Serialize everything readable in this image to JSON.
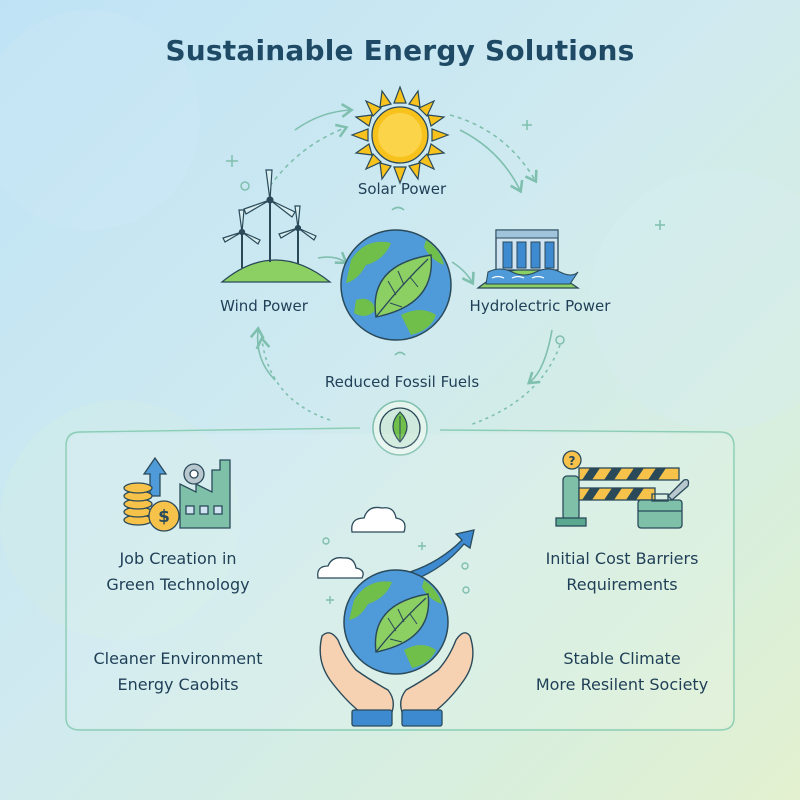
{
  "title": "Sustainable Energy Solutions",
  "cycle": {
    "solar": "Solar Power",
    "wind": "Wind Power",
    "hydro": "Hydrolectric Power",
    "fossil": "Reduced Fossil Fuels"
  },
  "benefits": {
    "left_top": [
      "Job Creation in",
      "Green Technology"
    ],
    "left_bottom": [
      "Cleaner Environment",
      "Energy Caobits"
    ],
    "right_top": [
      "Initial Cost Barriers",
      "Requirements"
    ],
    "right_bottom": [
      "Stable Climate",
      "More Resilent Society"
    ]
  },
  "icons": [
    "sun-icon",
    "wind-turbines-icon",
    "hydro-dam-icon",
    "earth-leaf-icon",
    "leaf-badge-icon",
    "coins-factory-icon",
    "barrier-toolbox-icon",
    "hands-globe-icon",
    "cloud-icon",
    "trend-arrow-icon"
  ],
  "colors": {
    "title": "#1e4a66",
    "text": "#1f3f57",
    "arrows": "#7fbfae",
    "earth_blue": "#4f9ad8",
    "earth_green": "#6fbf4a",
    "sun": "#f8c21c"
  }
}
